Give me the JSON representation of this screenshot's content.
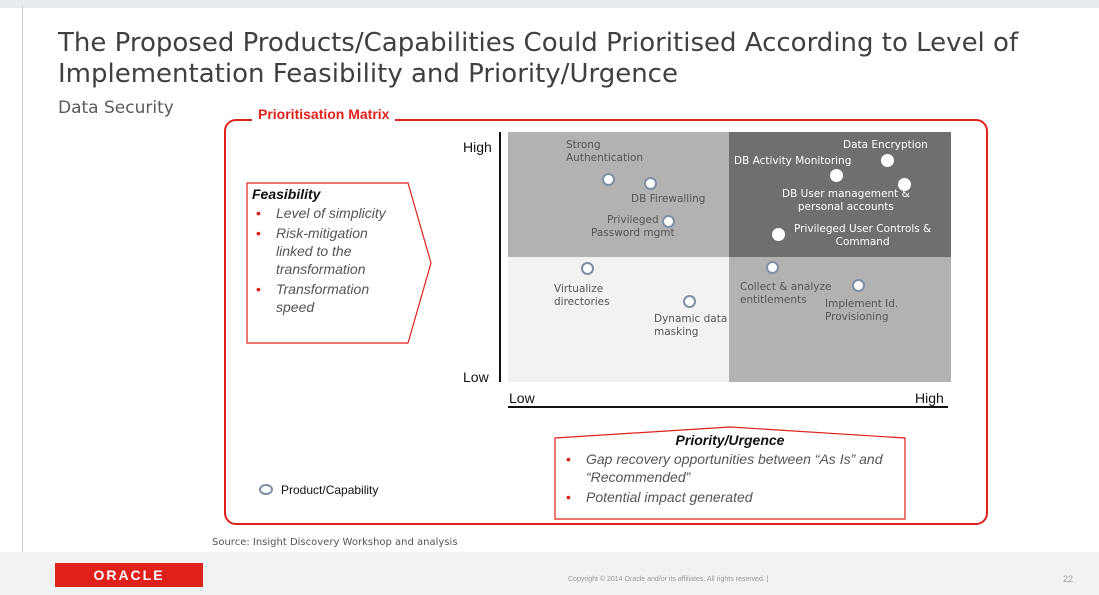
{
  "slide": {
    "title": "The Proposed Products/Capabilities Could Prioritised According to Level of Implementation Feasibility and Priority/Urgence",
    "subtitle": "Data Security"
  },
  "matrix": {
    "title": "Prioritisation Matrix",
    "y_high": "High",
    "y_low": "Low",
    "x_low": "Low",
    "x_high": "High",
    "quadrant_colors": {
      "top_left": "#b2b2b2",
      "top_right": "#6f6f6f",
      "bottom_left": "#f2f2f2",
      "bottom_right": "#b2b2b2"
    },
    "points": {
      "strong_auth": "Strong\nAuthentication",
      "db_firewalling": "DB Firewalling",
      "priv_password": "Privileged\nPassword mgmt",
      "data_encryption": "Data Encryption",
      "db_activity": "DB Activity Monitoring",
      "db_user_mgmt": "DB User management  &\npersonal accounts",
      "priv_user_controls": "Privileged User Controls &\nCommand",
      "virtualize_dirs": "Virtualize\ndirectories",
      "dynamic_masking": "Dynamic data\nmasking",
      "collect_entitlements": "Collect & analyze\nentitlements",
      "implement_id": "Implement Id.\nProvisioning"
    }
  },
  "feasibility": {
    "heading": "Feasibility",
    "bullets": [
      "Level of simplicity",
      "Risk-mitigation linked to the transformation",
      "Transformation speed"
    ]
  },
  "priority": {
    "heading": "Priority/Urgence",
    "bullets": [
      "Gap recovery opportunities between “As Is” and “Recommended”",
      "Potential impact generated"
    ]
  },
  "legend": {
    "label": "Product/Capability"
  },
  "source": "Source: Insight Discovery Workshop and analysis",
  "footer": {
    "logo": "ORACLE",
    "copyright": "Copyright © 2014 Oracle and/or its affiliates. All rights reserved.  |",
    "page": "22"
  },
  "colors": {
    "accent": "#e0201b"
  }
}
